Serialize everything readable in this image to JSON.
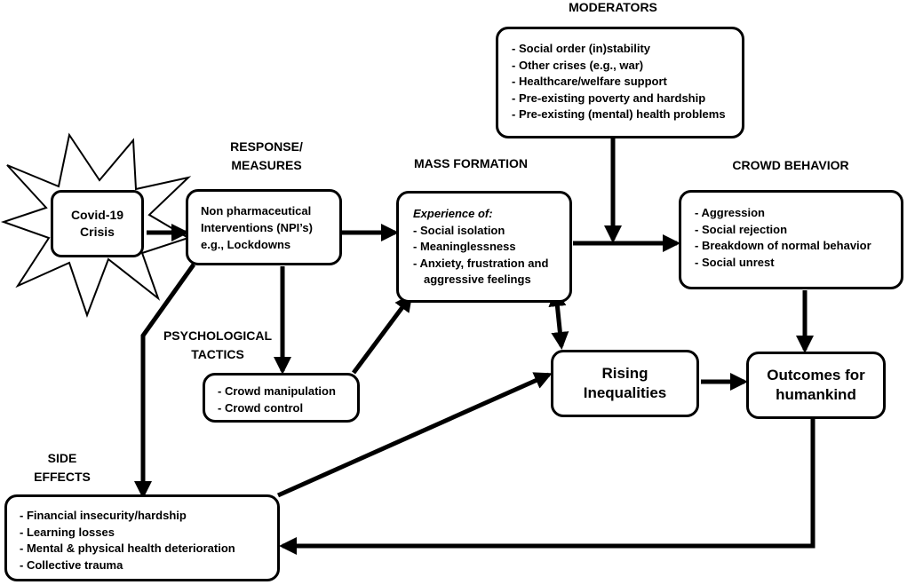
{
  "headings": {
    "moderators": "MODERATORS",
    "response": [
      "RESPONSE/",
      "MEASURES"
    ],
    "mass_formation": "MASS FORMATION",
    "crowd_behavior": "CROWD BEHAVIOR",
    "psychological_tactics": [
      "PSYCHOLOGICAL",
      "TACTICS"
    ],
    "side_effects": [
      "SIDE",
      "EFFECTS"
    ]
  },
  "covid": [
    "Covid-19",
    "Crisis"
  ],
  "npi": [
    "Non pharmaceutical",
    "Interventions (NPI’s)",
    "e.g., Lockdowns"
  ],
  "moderators_items": [
    "Social order (in)stability",
    "Other crises (e.g., war)",
    "Healthcare/welfare support",
    "Pre-existing poverty and hardship",
    "Pre-existing (mental) health problems"
  ],
  "mass_formation_box": {
    "intro": "Experience of:",
    "items": [
      "Social isolation",
      "Meaninglessness",
      "Anxiety, frustration and"
    ],
    "continuation": "aggressive feelings"
  },
  "crowd_behavior_items": [
    "Aggression",
    "Social rejection",
    "Breakdown of normal behavior",
    "Social unrest"
  ],
  "tactics_items": [
    "Crowd manipulation",
    "Crowd control"
  ],
  "rising_inequalities": [
    "Rising",
    "Inequalities"
  ],
  "outcomes": [
    "Outcomes for",
    "humankind"
  ],
  "side_effects_items": [
    "Financial insecurity/hardship",
    "Learning losses",
    "Mental & physical health deterioration",
    "Collective trauma"
  ]
}
